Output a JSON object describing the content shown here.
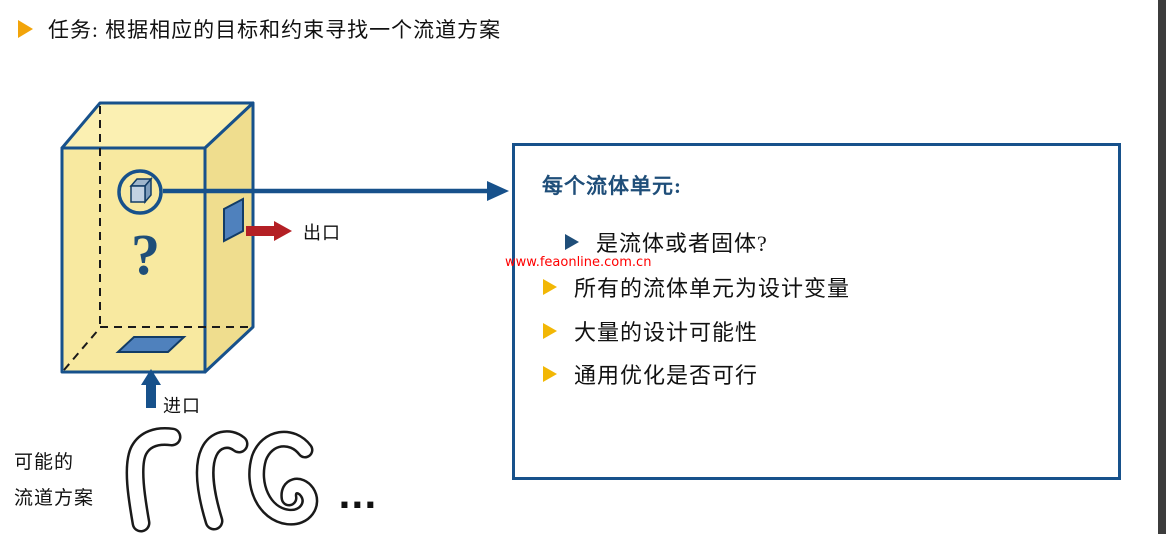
{
  "title": {
    "text": "任务: 根据相应的目标和约束寻找一个流道方案"
  },
  "box_diagram": {
    "question_mark": "?",
    "outlet_label": "出口",
    "inlet_label": "进口"
  },
  "panel": {
    "heading": "每个流体单元:",
    "items": [
      {
        "label": "是流体或者固体?"
      },
      {
        "label": "所有的流体单元为设计变量"
      },
      {
        "label": "大量的设计可能性"
      },
      {
        "label": "通用优化是否可行"
      }
    ]
  },
  "footer": {
    "possible_line1": "可能的",
    "possible_line2": "流道方案",
    "ellipsis": "..."
  },
  "watermark": "www.feaonline.com.cn",
  "colors": {
    "accent_navy": "#17518B",
    "heading_navy": "#1F4E79",
    "bullet_yellow": "#F2B705",
    "title_bullet_orange": "#F2A40A",
    "box_fill_yellow": "#F8E9A0",
    "port_blue": "#4F81BD",
    "arrow_red": "#B42025",
    "watermark_red": "#FF0000"
  }
}
